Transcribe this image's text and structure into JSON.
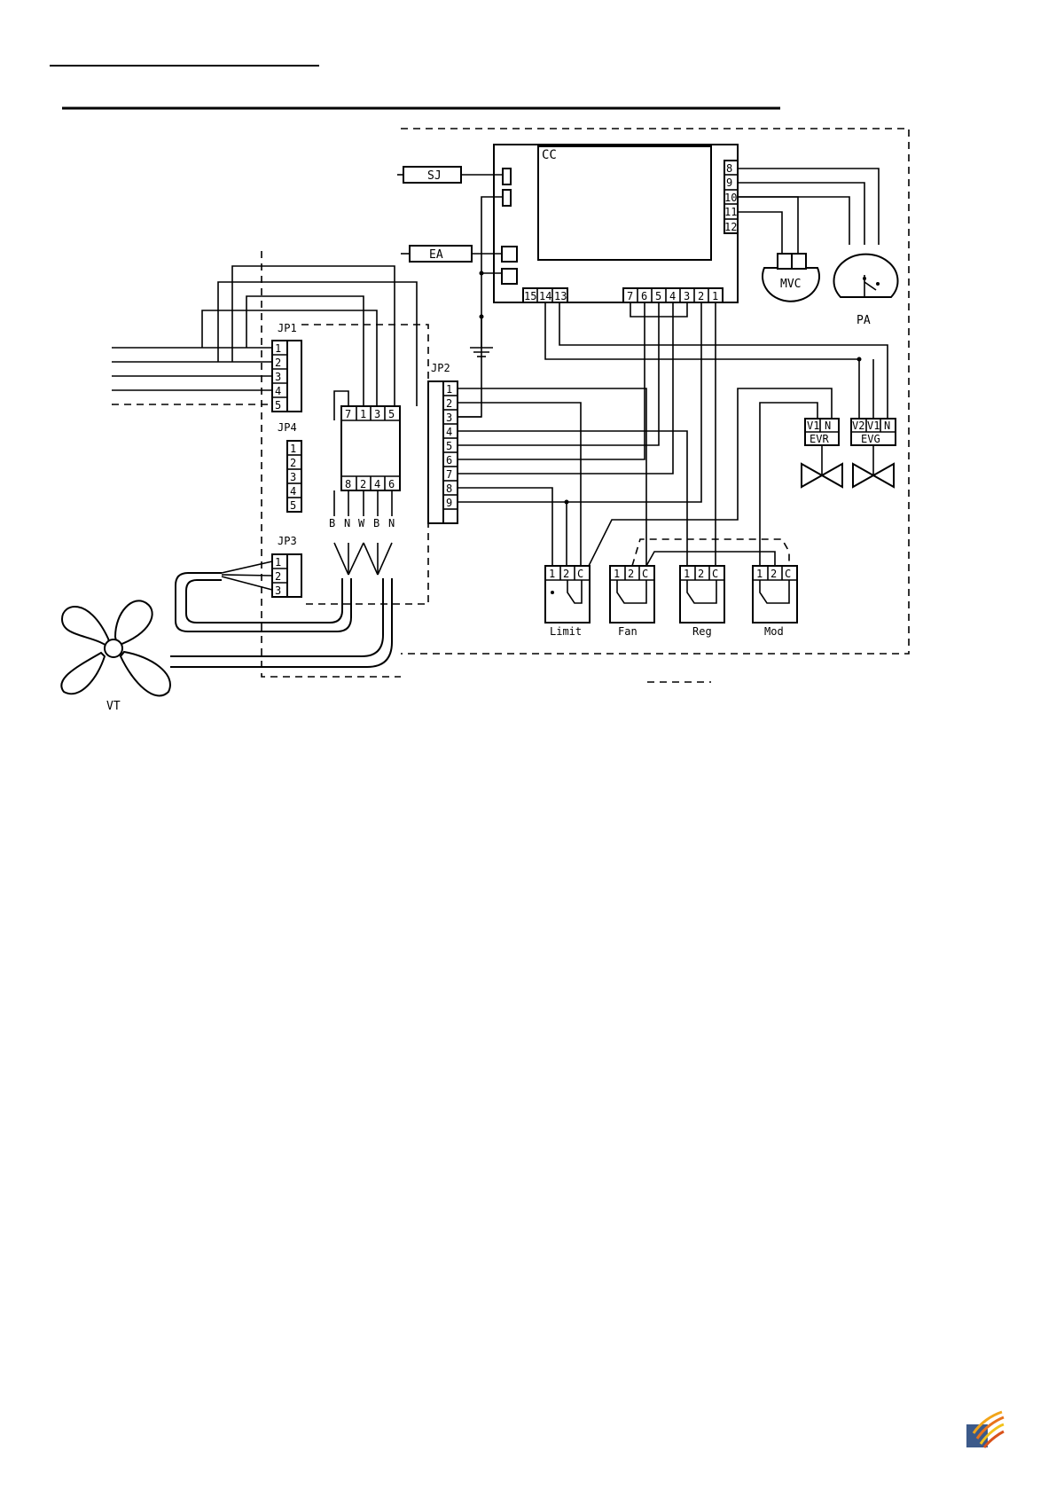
{
  "controller": {
    "label": "CC",
    "right_pins": [
      "8",
      "9",
      "10",
      "11",
      "12"
    ],
    "bottom_left_pins": [
      "15",
      "14",
      "13"
    ],
    "bottom_right_pins": [
      "7",
      "6",
      "5",
      "4",
      "3",
      "2",
      "1"
    ]
  },
  "components": {
    "sj": "SJ",
    "ea": "EA",
    "mvc": "MVC",
    "pa": "PA",
    "fan": "VT"
  },
  "jp1": {
    "label": "JP1",
    "pins": [
      "1",
      "2",
      "3",
      "4",
      "5"
    ]
  },
  "jp2": {
    "label": "JP2",
    "pins": [
      "1",
      "2",
      "3",
      "4",
      "5",
      "6",
      "7",
      "8",
      "9"
    ]
  },
  "jp3": {
    "label": "JP3",
    "pins": [
      "1",
      "2",
      "3"
    ]
  },
  "jp4": {
    "label": "JP4",
    "pins": [
      "1",
      "2",
      "3",
      "4",
      "5"
    ]
  },
  "motor_block": {
    "top_pins": [
      "7",
      "1",
      "3",
      "5"
    ],
    "bottom_pins": [
      "8",
      "2",
      "4",
      "6"
    ],
    "wire_labels": [
      "B",
      "N",
      "W",
      "B",
      "N"
    ]
  },
  "valves": [
    {
      "name": "EVR",
      "terminals": [
        "V1",
        "N"
      ]
    },
    {
      "name": "EVG",
      "terminals": [
        "V2",
        "V1",
        "N"
      ]
    }
  ],
  "switches": [
    {
      "name": "Limit",
      "terminals": [
        "1",
        "2",
        "C"
      ]
    },
    {
      "name": "Fan",
      "terminals": [
        "1",
        "2",
        "C"
      ]
    },
    {
      "name": "Reg",
      "terminals": [
        "1",
        "2",
        "C"
      ]
    },
    {
      "name": "Mod",
      "terminals": [
        "1",
        "2",
        "C"
      ]
    }
  ]
}
